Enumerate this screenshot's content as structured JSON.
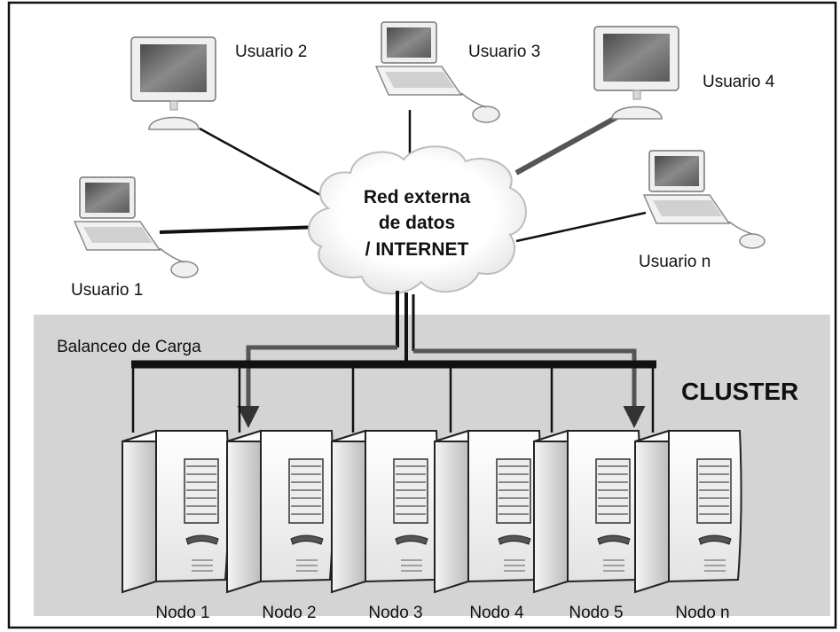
{
  "diagram": {
    "colors": {
      "cluster_background": "#d4d4d4",
      "frame": "#111111",
      "cloud": "#ffffff",
      "link": "#111111",
      "highlight_link": "#555555"
    },
    "cloud": {
      "line1": "Red externa",
      "line2": "de datos",
      "line3": "/ INTERNET"
    },
    "users": [
      {
        "id": "u1",
        "label": "Usuario 1",
        "device": "laptop"
      },
      {
        "id": "u2",
        "label": "Usuario 2",
        "device": "monitor"
      },
      {
        "id": "u3",
        "label": "Usuario 3",
        "device": "laptop"
      },
      {
        "id": "u4",
        "label": "Usuario 4",
        "device": "monitor"
      },
      {
        "id": "un",
        "label": "Usuario n",
        "device": "laptop"
      }
    ],
    "load_balancer": {
      "label": "Balanceo de Carga"
    },
    "cluster": {
      "label": "CLUSTER"
    },
    "nodes": [
      {
        "id": "n1",
        "label": "Nodo 1"
      },
      {
        "id": "n2",
        "label": "Nodo 2"
      },
      {
        "id": "n3",
        "label": "Nodo 3"
      },
      {
        "id": "n4",
        "label": "Nodo 4"
      },
      {
        "id": "n5",
        "label": "Nodo 5"
      },
      {
        "id": "nn",
        "label": "Nodo n"
      }
    ]
  }
}
